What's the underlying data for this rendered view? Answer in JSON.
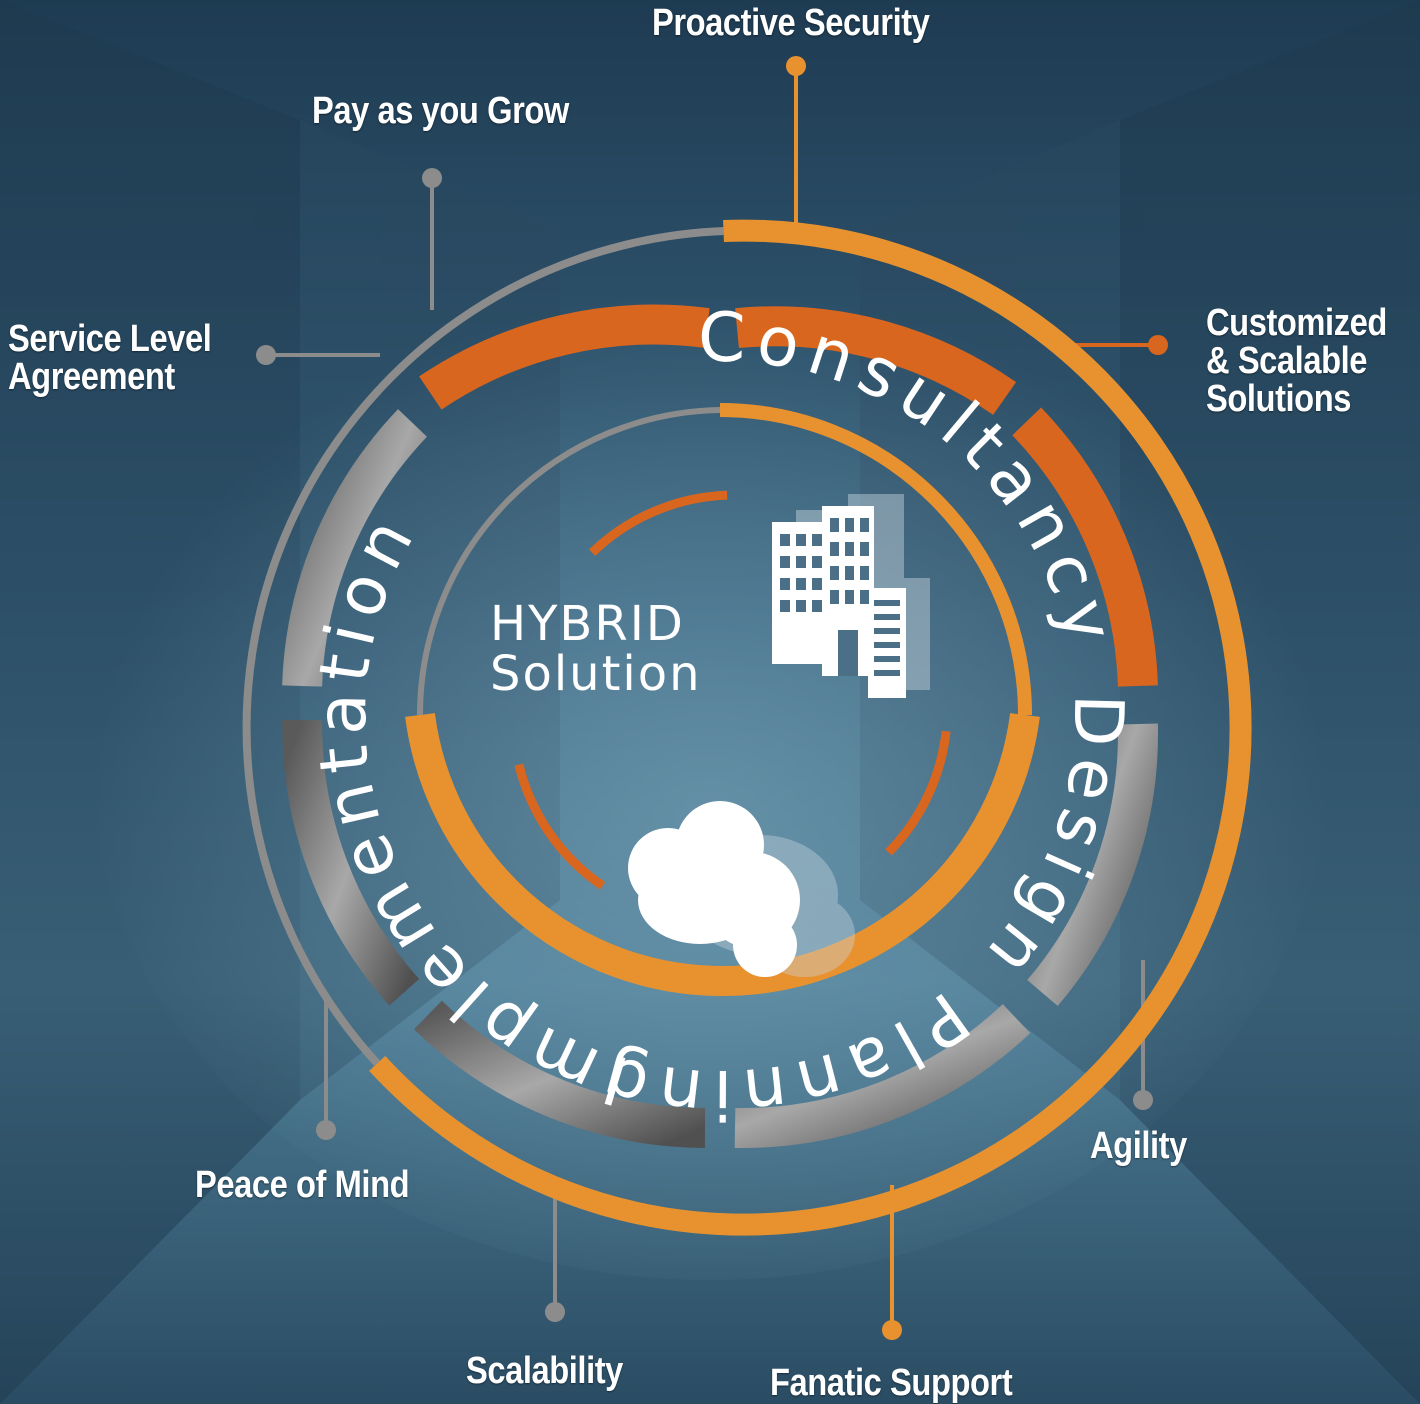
{
  "colors": {
    "orange": "#e8922f",
    "deep_orange": "#d9661e",
    "gray": "#8c8c8c",
    "background": "#2d5068"
  },
  "icons": {
    "building": "building-icon",
    "cloud": "cloud-icon"
  },
  "center": {
    "line1": "HYBRID",
    "line2": "Solution"
  },
  "ring_words": {
    "consultancy": "Consultancy",
    "implementation": "Implementation",
    "design": "Design",
    "planning": "Planning"
  },
  "benefits": {
    "proactive_security": "Proactive Security",
    "pay_as_you_grow": "Pay as you Grow",
    "service_level_1": "Service Level",
    "service_level_2": "Agreement",
    "customized_1": "Customized",
    "customized_2": "& Scalable",
    "customized_3": "Solutions",
    "agility": "Agility",
    "peace_of_mind": "Peace of Mind",
    "scalability": "Scalability",
    "fanatic_support": "Fanatic Support"
  }
}
